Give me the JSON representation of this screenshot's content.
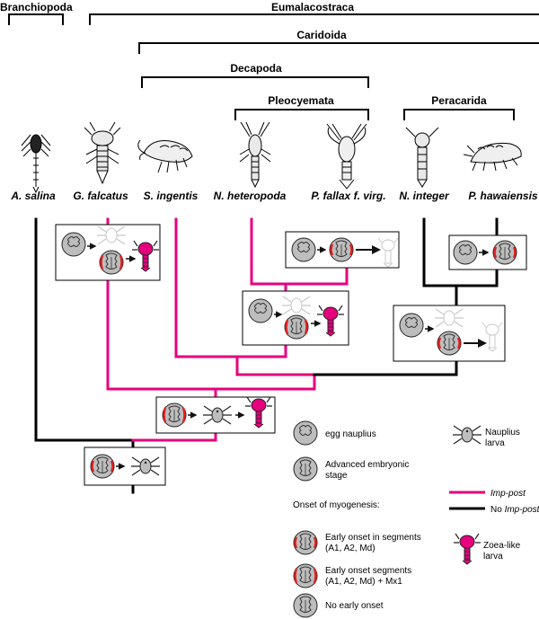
{
  "groups": {
    "branchiopoda": "Branchiopoda",
    "eumalacostraca": "Eumalacostraca",
    "caridoida": "Caridoida",
    "decapoda": "Decapoda",
    "pleocyemata": "Pleocyemata",
    "peracarida": "Peracarida"
  },
  "species": [
    {
      "name": "A. salina",
      "lineage": "black"
    },
    {
      "name": "G. falcatus",
      "lineage": "pink"
    },
    {
      "name": "S. ingentis",
      "lineage": "pink"
    },
    {
      "name": "N. heteropoda",
      "lineage": "pink"
    },
    {
      "name": "P. fallax f. virg.",
      "lineage": "pink"
    },
    {
      "name": "N. integer",
      "lineage": "black"
    },
    {
      "name": "P. hawaiensis",
      "lineage": "black"
    }
  ],
  "legend": {
    "egg_nauplius": "egg nauplius",
    "advanced_line1": "Advanced embryonic",
    "advanced_line2": "stage",
    "onset_heading": "Onset of myogenesis:",
    "early1_line1": "Early onset in segments",
    "early1_line2": "(A1, A2, Md)",
    "early2_line1": "Early onset segments",
    "early2_line2": "(A1, A2, Md) + Mx1",
    "no_early": "No early onset",
    "nauplius_line1": "Nauplius",
    "nauplius_line2": "larva",
    "imp_post": "Imp-post",
    "no_prefix": "No ",
    "no_imp_post": "Imp-post",
    "zoea_line1": "Zoea-like",
    "zoea_line2": "larva"
  },
  "colors": {
    "imp_post": "#e6007e",
    "no_imp_post": "#000000",
    "embryo_fill": "#bdbdbd",
    "muscle_red": "#e02020",
    "faded": "#c8c8c8"
  }
}
